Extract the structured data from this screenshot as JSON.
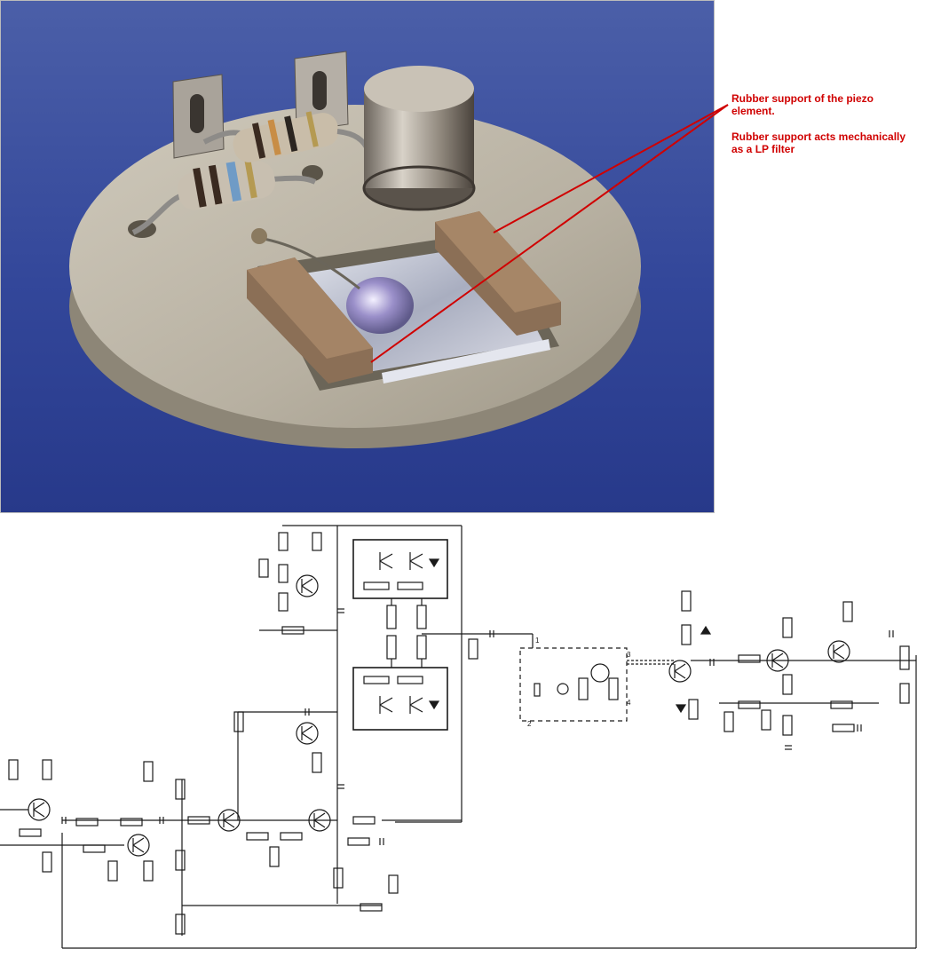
{
  "annotations": {
    "rubber_support_label": "Rubber support of the piezo element.",
    "lp_filter_label": "Rubber support acts mechanically as a LP filter"
  },
  "colors": {
    "background_blue": "#3b4f9e",
    "disc": "#b5aea0",
    "rubber_support": "#8a6e55",
    "annotation_red": "#d00000",
    "schematic_ink": "#1a1a1a"
  },
  "schematic": {
    "node_labels": [
      "1",
      "2",
      "3",
      "4"
    ]
  }
}
